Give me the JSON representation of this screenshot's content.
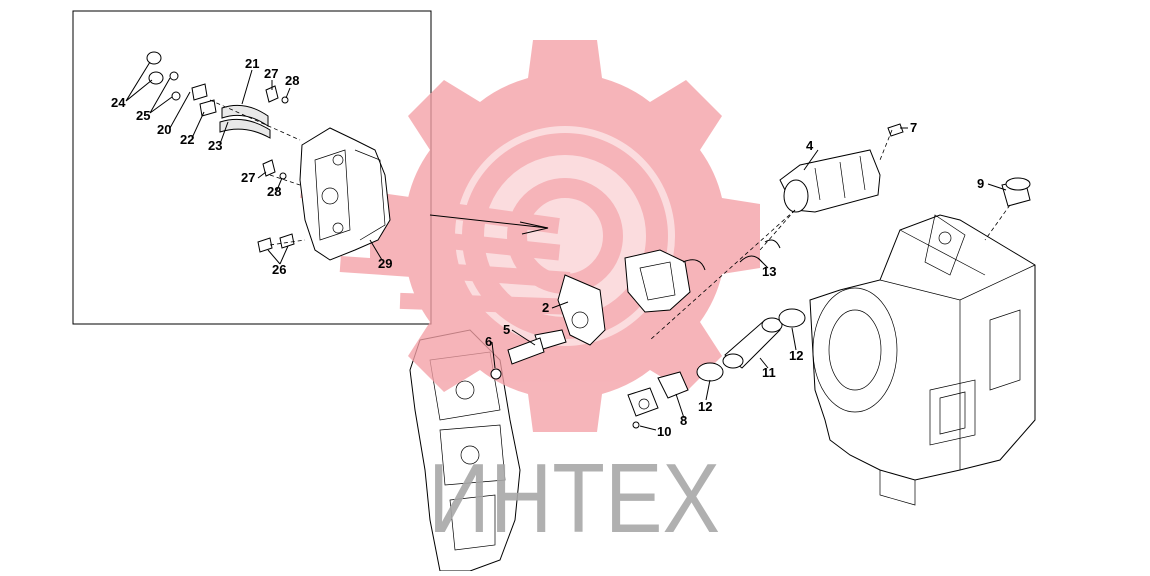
{
  "watermark": {
    "text": "ИНТЕХ",
    "color": "#f4a0a6",
    "text_color": "#a8a8a8"
  },
  "callouts": {
    "c24": "24",
    "c25": "25",
    "c20": "20",
    "c21": "21",
    "c22": "22",
    "c23": "23",
    "c27a": "27",
    "c28a": "28",
    "c27b": "27",
    "c28b": "28",
    "c26": "26",
    "c29": "29",
    "c2": "2",
    "c4": "4",
    "c5": "5",
    "c6": "6",
    "c7": "7",
    "c8": "8",
    "c9": "9",
    "c10": "10",
    "c11": "11",
    "c12a": "12",
    "c12b": "12",
    "c13": "13"
  }
}
